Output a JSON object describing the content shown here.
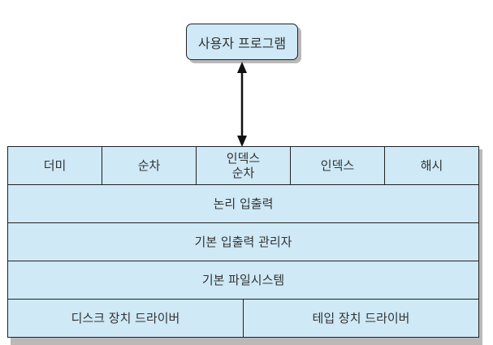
{
  "user_program": "사용자 프로그램",
  "top_row": [
    {
      "lines": [
        "더미"
      ]
    },
    {
      "lines": [
        "순차"
      ]
    },
    {
      "lines": [
        "인덱스",
        "순차"
      ]
    },
    {
      "lines": [
        "인덱스"
      ]
    },
    {
      "lines": [
        "해시"
      ]
    }
  ],
  "logical_io": "논리 입출력",
  "basic_io_supervisor": "기본 입출력 관리자",
  "basic_file_system": "기본 파일시스템",
  "drivers": [
    "디스크 장치 드라이버",
    "테입 장치 드라이버"
  ],
  "colors": {
    "box_fill": "#cfe9f6",
    "border": "#222222",
    "shadow": "#b9b9b9"
  }
}
